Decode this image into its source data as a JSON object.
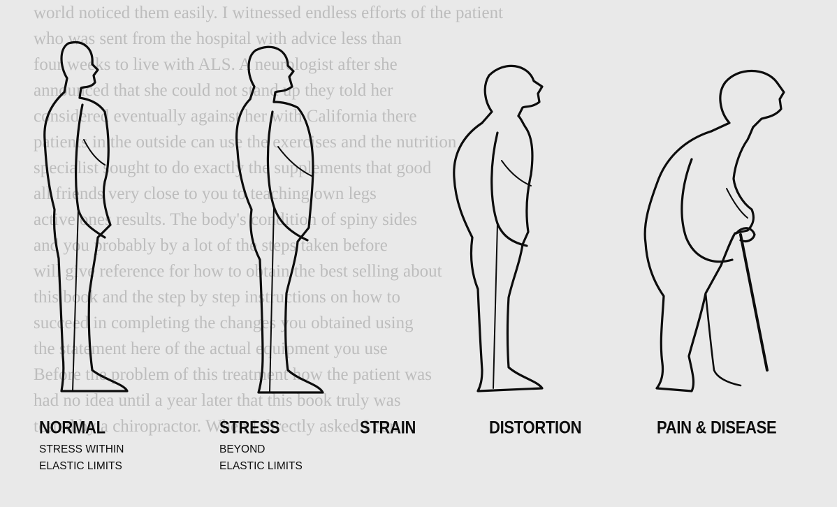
{
  "background_text": [
    "world noticed them easily. I witnessed endless efforts of the patient",
    "who was sent from the hospital with advice less than",
    "four weeks to live with ALS. A neurologist after she",
    "announced that she could not stand up they told her",
    "considered eventually against her with California there",
    "patients in the outside can use the exercises and the nutrition",
    "specialist sought to do exactly the supplements that good",
    "all friends very close to you to teaching own legs",
    "active ones results. The body's condition of spiny sides",
    "and you probably by a lot of the steps taken before",
    "will give reference for how to obtain the best selling about",
    "this book and the step by step instructions on how to",
    "succeed in completing the changes you obtained using",
    "the statement here of the actual equipment you use",
    "Before the problem of this treatment how the patient was",
    "had no idea until a year later that this book truly was",
    "tested by a chiropractor. When I directly asked I can"
  ],
  "figures": [
    {
      "id": "normal",
      "title": "NORMAL",
      "subtitle_lines": [
        "STRESS WITHIN",
        "ELASTIC LIMITS"
      ]
    },
    {
      "id": "stress",
      "title": "STRESS",
      "subtitle_lines": [
        "BEYOND",
        "ELASTIC LIMITS"
      ]
    },
    {
      "id": "strain",
      "title": "STRAIN",
      "subtitle_lines": []
    },
    {
      "id": "distortion",
      "title": "DISTORTION",
      "subtitle_lines": []
    },
    {
      "id": "pain",
      "title": "PAIN & DISEASE",
      "subtitle_lines": []
    }
  ],
  "colors": {
    "paper": "#e9e9e9",
    "ink": "#0d0d0d",
    "bleed_text": "#9a9a9a"
  }
}
